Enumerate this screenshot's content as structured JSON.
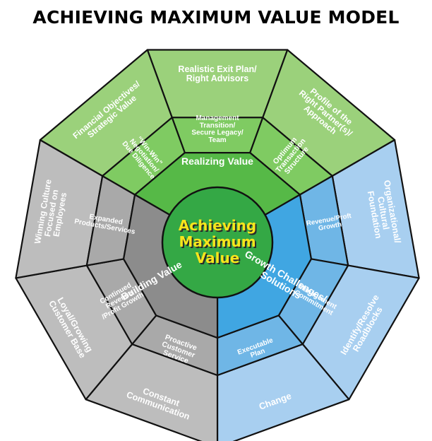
{
  "title": "ACHIEVING MAXIMUM VALUE MODEL",
  "colors": {
    "green_outer": "#9bd17b",
    "green_mid": "#7fcb62",
    "green_inner": "#56b947",
    "green_center": "#34a845",
    "gray_outer": "#bdbdbd",
    "gray_mid": "#a9a9a9",
    "gray_inner": "#8c8c8c",
    "blue_outer": "#a8cff0",
    "blue_mid": "#6fb6e6",
    "blue_inner": "#40a6e2",
    "center_text": "#f7e51c",
    "outline": "#111111"
  },
  "center": [
    "Achieving",
    "Maximum",
    "Value"
  ],
  "inner": {
    "realizing": "Realizing Value",
    "building": "Building Value",
    "growth": [
      "Growth Challenges/",
      "Solutions"
    ]
  },
  "middle": {
    "management_transition": [
      "Management",
      "Transition/",
      "Secure Legacy/",
      "Team"
    ],
    "optimum_transaction": [
      "Optimum",
      "Transaction",
      "Structure"
    ],
    "revenue_profit_growth": [
      "Revenue/Proft",
      "Growth"
    ],
    "management_commitment": [
      "Management",
      "Commitment"
    ],
    "executable_plan": [
      "Executable",
      "Plan"
    ],
    "proactive_customer_service": [
      "Proactive",
      "Customer",
      "Service"
    ],
    "continued_revenue": [
      "Continued",
      "Revenue",
      "/Profit Growth"
    ],
    "expanded_products": [
      "Expanded",
      "Products/Services"
    ],
    "win_win": [
      "“Win-Win”",
      "Negotiation/",
      "Due Diligence"
    ]
  },
  "outer": {
    "exit_plan": [
      "Realistic Exit Plan/",
      "Right Advisors"
    ],
    "right_partner": [
      "Profile of the",
      "Right Partner(s)/",
      "Approach"
    ],
    "organizational": [
      "Organizational/",
      "Cultural",
      "Foundation"
    ],
    "identify_resolve": [
      "Identify/Resolve",
      "Roadblocks"
    ],
    "change": "Change",
    "constant_communication": [
      "Constant",
      "Communication"
    ],
    "loyal_growing": [
      "Loyal/Growing",
      "Customer Base"
    ],
    "winning_culture": [
      "Winning Culture",
      "Focused on",
      "Employees"
    ],
    "financial_objectives": [
      "Financial Objectives/",
      "Strategic Value"
    ]
  }
}
